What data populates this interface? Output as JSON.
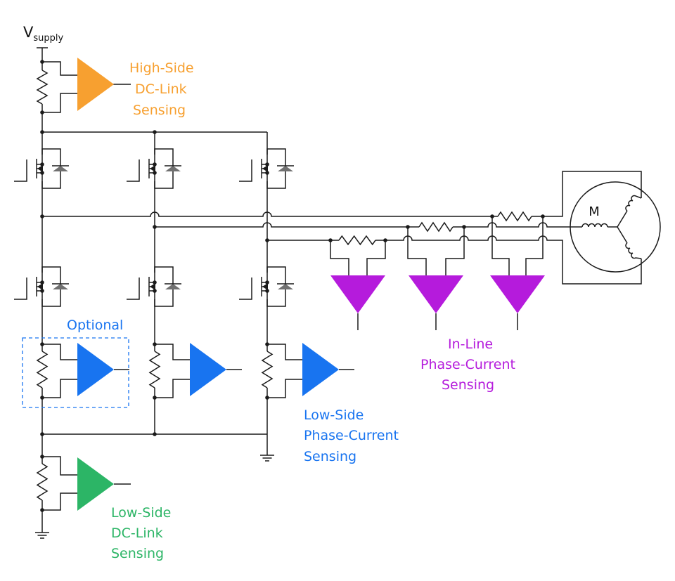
{
  "supply": {
    "base": "V",
    "sub": "supply"
  },
  "motor_label": "M",
  "optional_label": "Optional",
  "labels": {
    "high_side_dc": [
      "High-Side",
      "DC-Link",
      "Sensing"
    ],
    "low_side_phase": [
      "Low-Side",
      "Phase-Current",
      "Sensing"
    ],
    "inline_phase": [
      "In-Line",
      "Phase-Current",
      "Sensing"
    ],
    "low_side_dc": [
      "Low-Side",
      "DC-Link",
      "Sensing"
    ]
  },
  "colors": {
    "high_side_dc": "#f7a030",
    "low_side_phase": "#1874f0",
    "inline_phase": "#b51bdc",
    "low_side_dc": "#2cb566",
    "diode": "#707070",
    "wire": "#1a1a1a"
  },
  "icons": [
    "shunt-resistor-icon",
    "mosfet-icon",
    "diode-icon",
    "op-amp-icon",
    "ground-icon",
    "motor-icon",
    "inductor-icon"
  ]
}
